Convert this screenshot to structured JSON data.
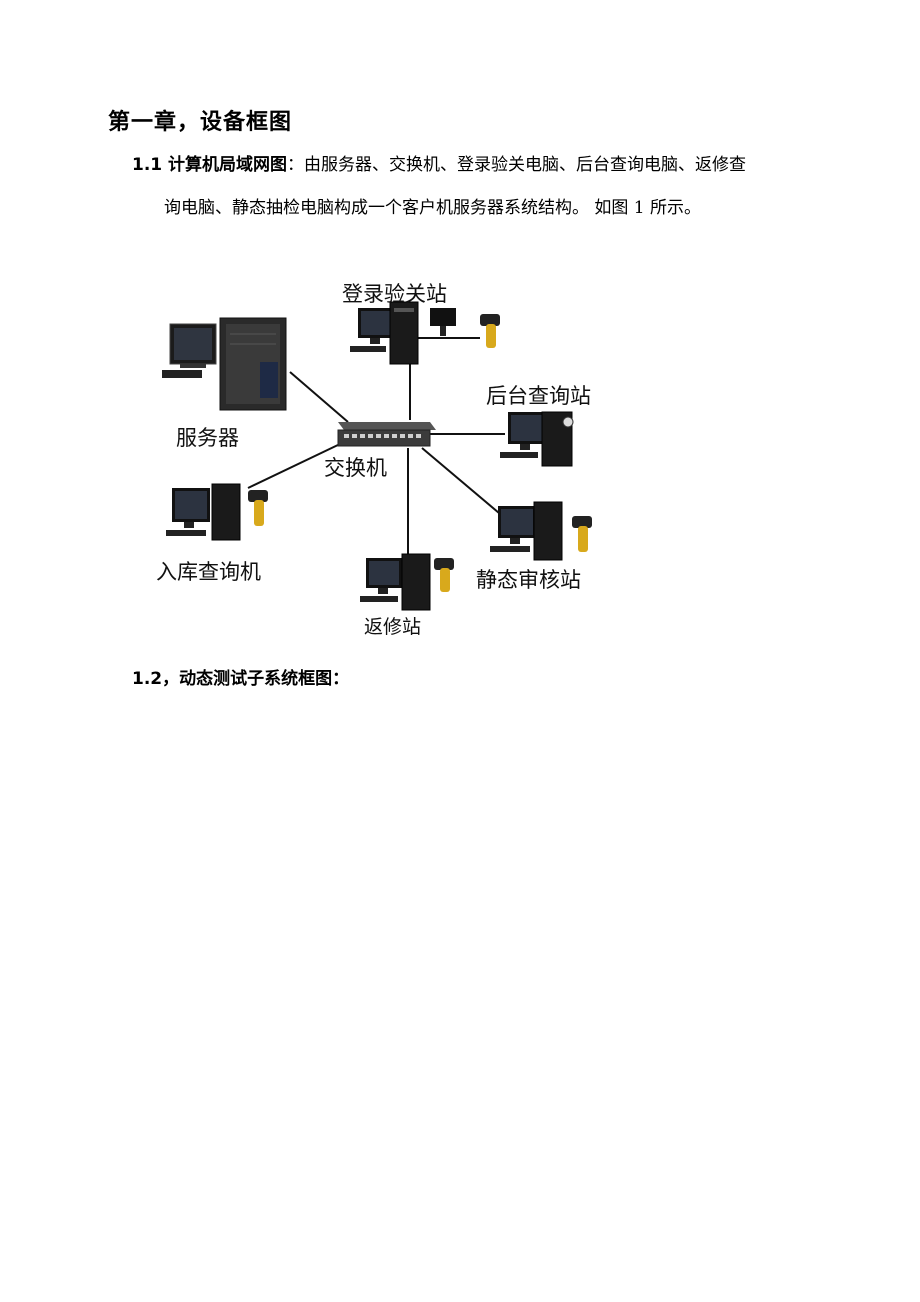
{
  "chapter": {
    "title": "第一章，设备框图"
  },
  "section1": {
    "heading": "1.1 计算机局域网图",
    "line1_text": "：由服务器、交换机、登录验关电脑、后台查询电脑、返修查",
    "line2_text": "询电脑、静态抽检电脑构成一个客户机服务器系统结构。 如图 1 所示。"
  },
  "diagram": {
    "labels": {
      "login": "登录验关站",
      "backend": "后台查询站",
      "server": "服务器",
      "switch": "交换机",
      "inbound": "入库查询机",
      "static": "静态审核站",
      "repair": "返修站"
    }
  },
  "section2": {
    "heading": "1.2，动态测试子系统框图："
  }
}
